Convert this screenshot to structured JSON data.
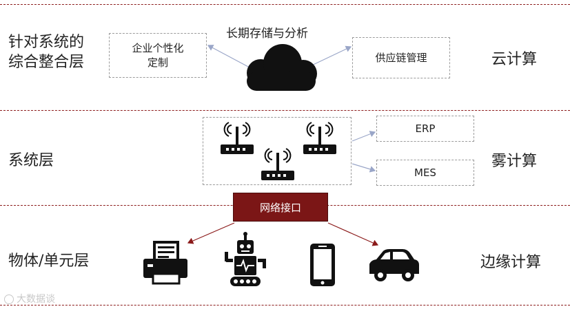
{
  "layers": [
    {
      "name": "针对系统的\n综合整合层",
      "compute": "云计算"
    },
    {
      "name": "系统层",
      "compute": "雾计算"
    },
    {
      "name": "物体/单元层",
      "compute": "边缘计算"
    }
  ],
  "cloud": {
    "title": "长期存储与分析",
    "left_box": "企业个性化\n定制",
    "right_box": "供应链管理"
  },
  "fog": {
    "boxes": [
      "ERP",
      "MES"
    ]
  },
  "edge": {
    "interface": "网络接口",
    "devices": [
      "printer-icon",
      "robot-icon",
      "smartphone-icon",
      "car-icon"
    ]
  },
  "watermark": "大数据谈",
  "colors": {
    "divider": "#8b1a1a",
    "interface_bg": "#7b1616",
    "arrow_light": "#9aa6c8",
    "arrow_dark": "#8b1a1a"
  }
}
